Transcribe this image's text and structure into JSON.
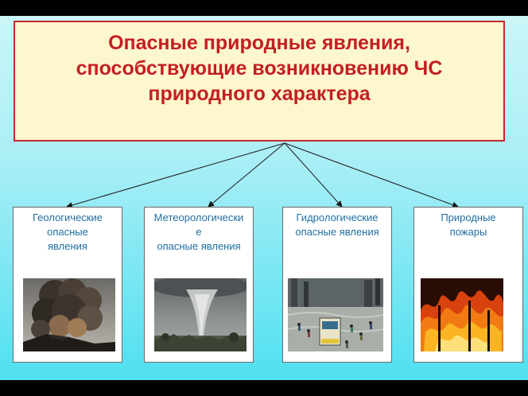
{
  "title": {
    "text": "Опасные природные явления,\nспособствующие возникновению ЧС\nприродного характера",
    "color": "#c41e24",
    "border_color": "#c9282d",
    "background": "#fdf7ce"
  },
  "cards": [
    {
      "label": "Геологические\nопасные\nявления",
      "image": "volcano-eruption-photo"
    },
    {
      "label": "Метеорологически\nе\nопасные явления",
      "image": "tornado-photo"
    },
    {
      "label": "Гидрологические\nопасные явления",
      "image": "flooded-street-photo"
    },
    {
      "label": "Природные\nпожары",
      "image": "forest-fire-photo"
    }
  ],
  "label_color": "#1f6ea1"
}
